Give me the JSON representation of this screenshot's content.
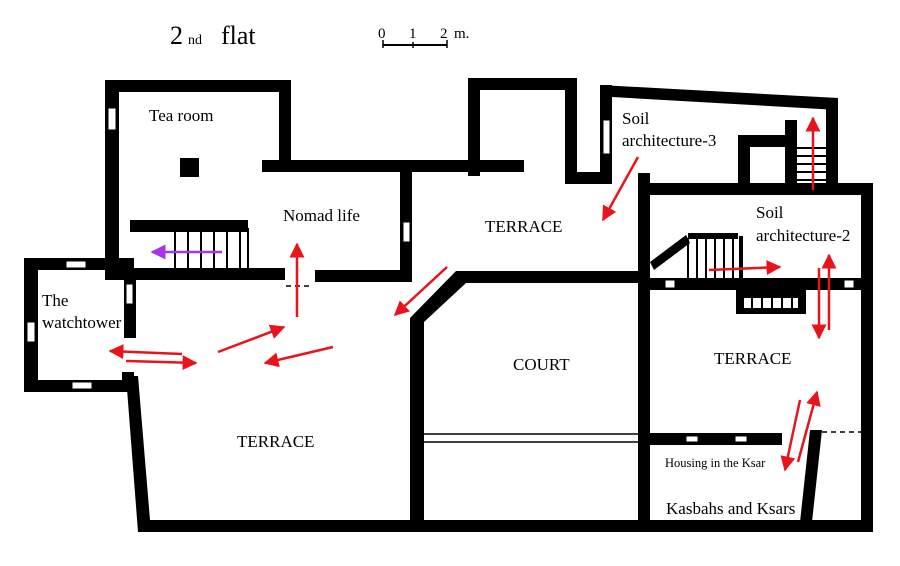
{
  "title": {
    "main": "2",
    "superscript": "nd",
    "word": "flat"
  },
  "scale_bar": {
    "ticks": [
      "0",
      "1",
      "2"
    ],
    "unit": "m."
  },
  "rooms": {
    "tea_room": "Tea room",
    "nomad_life": "Nomad life",
    "watchtower_line1": "The",
    "watchtower_line2": "watchtower",
    "terrace_main": "TERRACE",
    "terrace_north": "TERRACE",
    "terrace_east": "TERRACE",
    "court": "COURT",
    "soil_arch_3_line1": "Soil",
    "soil_arch_3_line2": "architecture-3",
    "soil_arch_2_line1": "Soil",
    "soil_arch_2_line2": "architecture-2",
    "housing": "Housing in the Ksar",
    "kasbahs": "Kasbahs and Ksars"
  },
  "colors": {
    "wall": "#000000",
    "route_arrow": "#e8141c",
    "stair_arrow": "#a833e8",
    "window": "#ffffff"
  }
}
